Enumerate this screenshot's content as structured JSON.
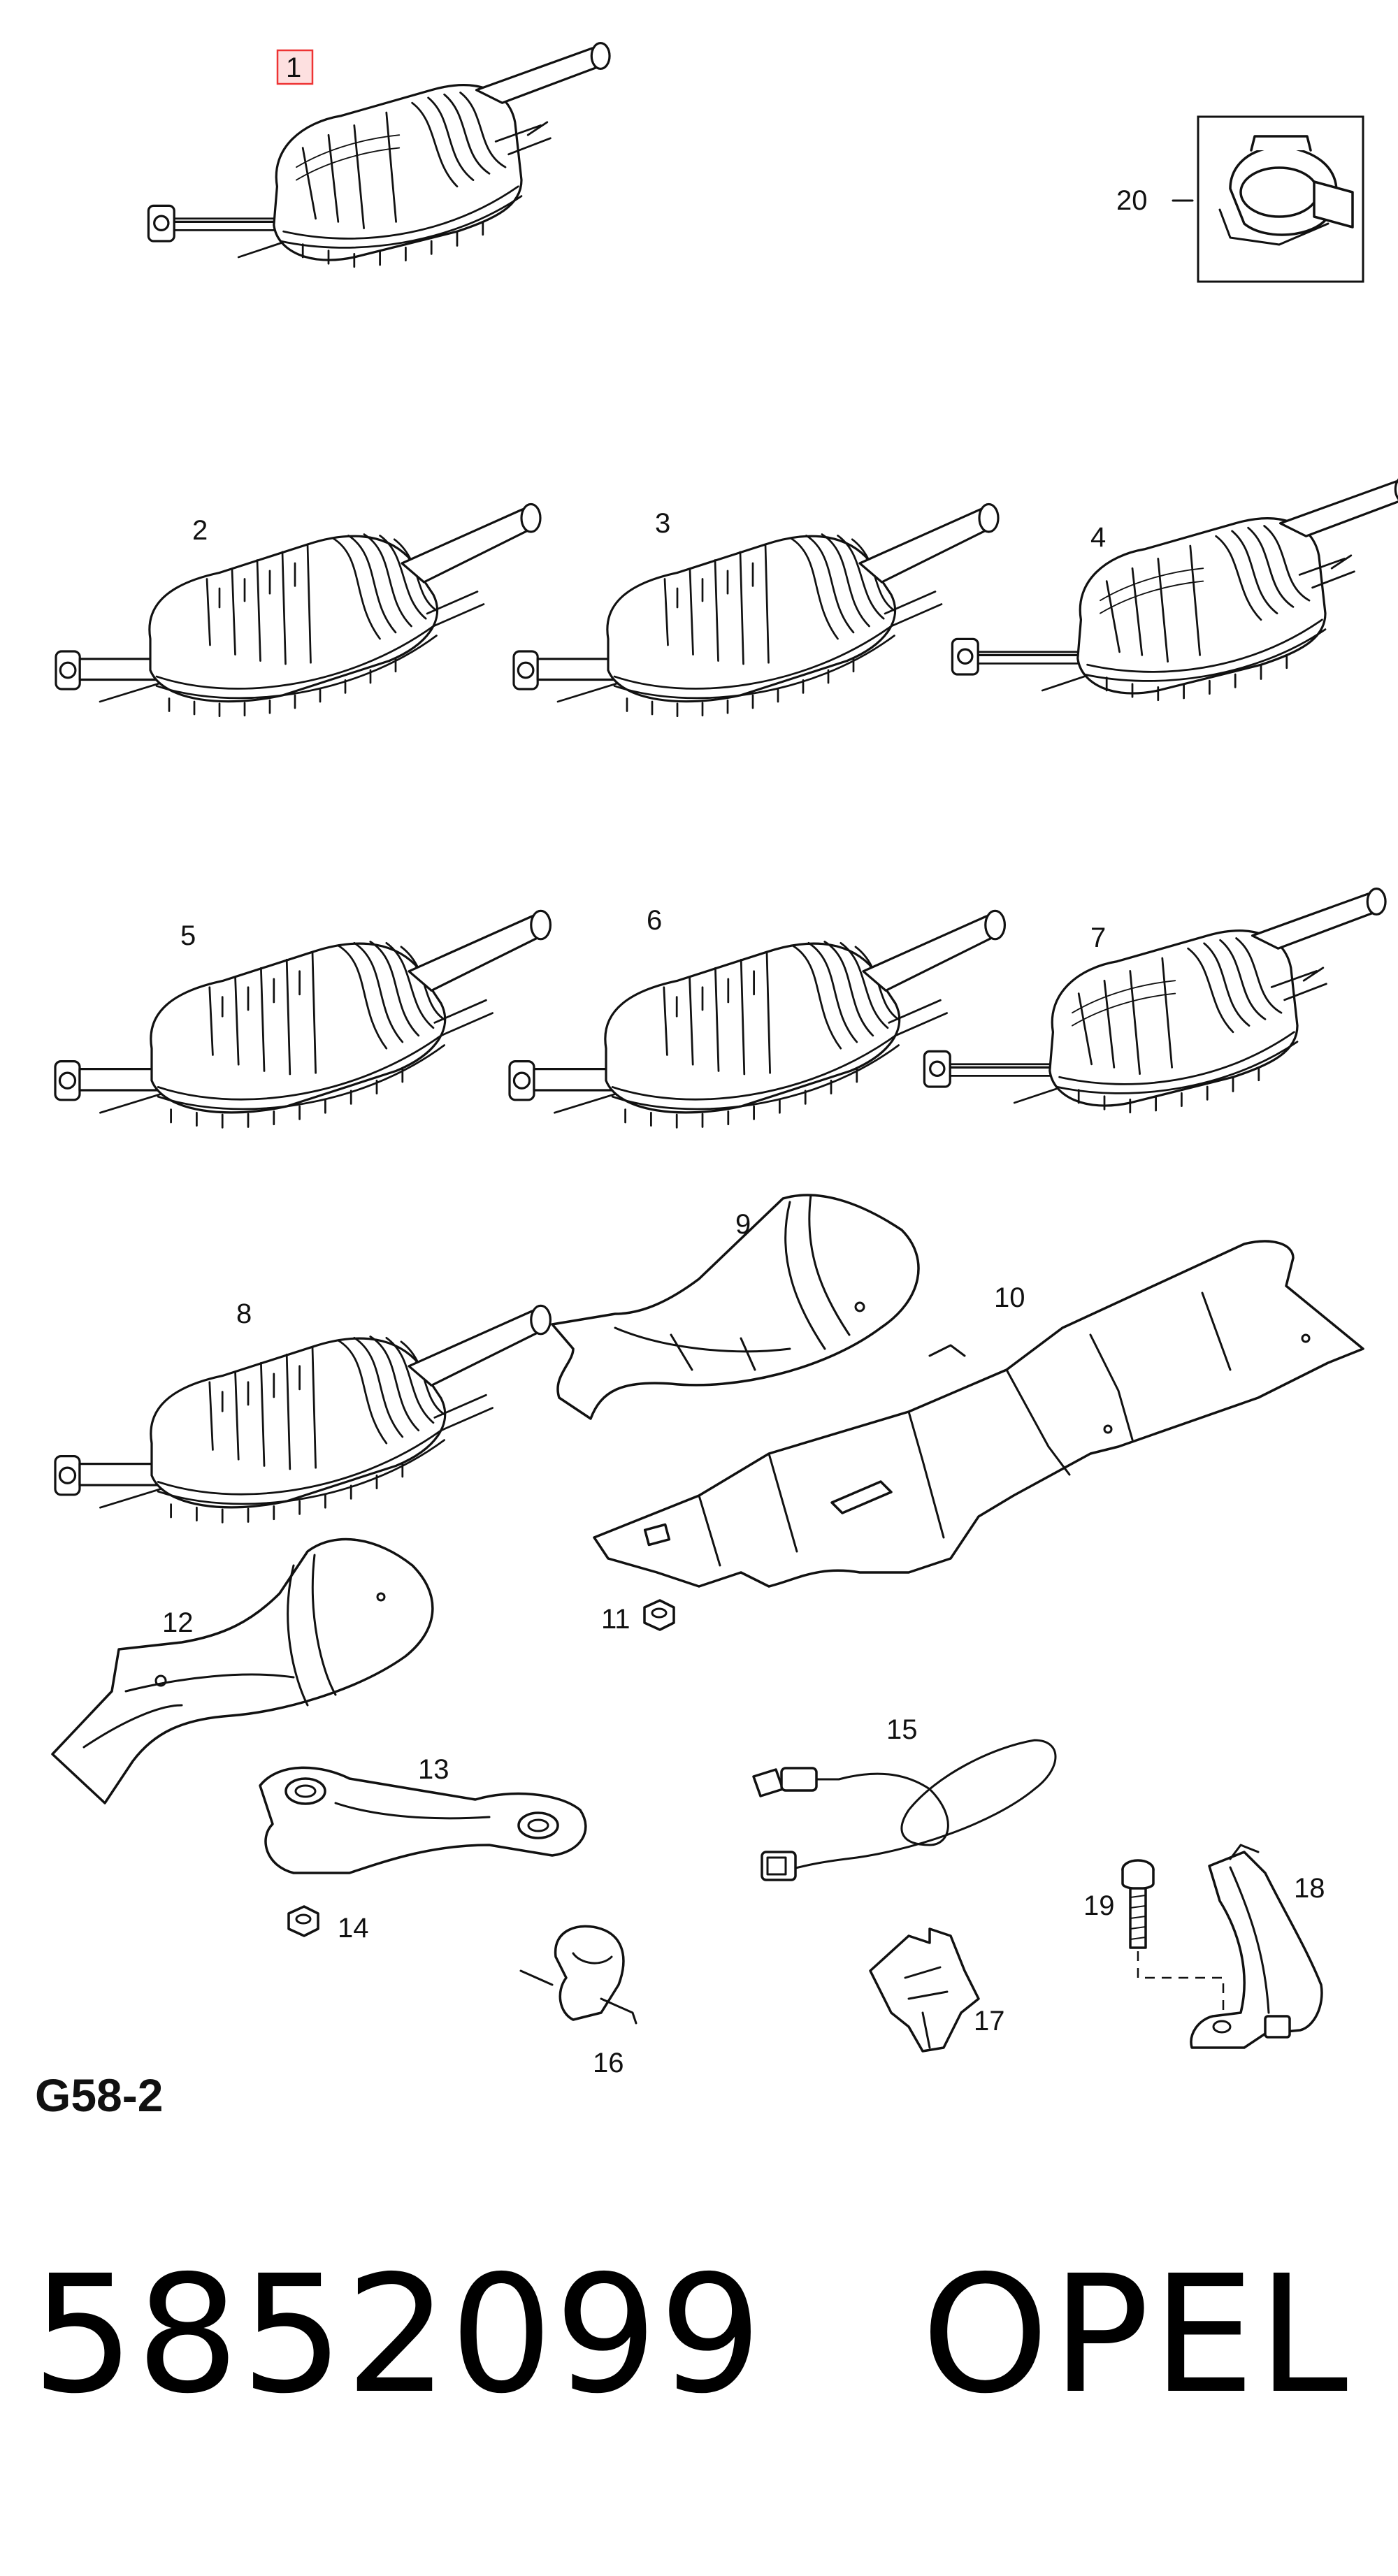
{
  "diagram": {
    "code": "G58-2",
    "part_number": "5852099",
    "brand": "OPEL",
    "highlighted_callout": "1",
    "callouts": [
      {
        "id": "1",
        "label": "1"
      },
      {
        "id": "2",
        "label": "2"
      },
      {
        "id": "3",
        "label": "3"
      },
      {
        "id": "4",
        "label": "4"
      },
      {
        "id": "5",
        "label": "5"
      },
      {
        "id": "6",
        "label": "6"
      },
      {
        "id": "7",
        "label": "7"
      },
      {
        "id": "8",
        "label": "8"
      },
      {
        "id": "9",
        "label": "9"
      },
      {
        "id": "10",
        "label": "10"
      },
      {
        "id": "11",
        "label": "11"
      },
      {
        "id": "12",
        "label": "12"
      },
      {
        "id": "13",
        "label": "13"
      },
      {
        "id": "14",
        "label": "14"
      },
      {
        "id": "15",
        "label": "15"
      },
      {
        "id": "16",
        "label": "16"
      },
      {
        "id": "17",
        "label": "17"
      },
      {
        "id": "18",
        "label": "18"
      },
      {
        "id": "19",
        "label": "19"
      },
      {
        "id": "20",
        "label": "20"
      }
    ],
    "colors": {
      "line": "#111111",
      "highlight_fill": "#fde0e0",
      "highlight_stroke": "#ee3333"
    }
  }
}
